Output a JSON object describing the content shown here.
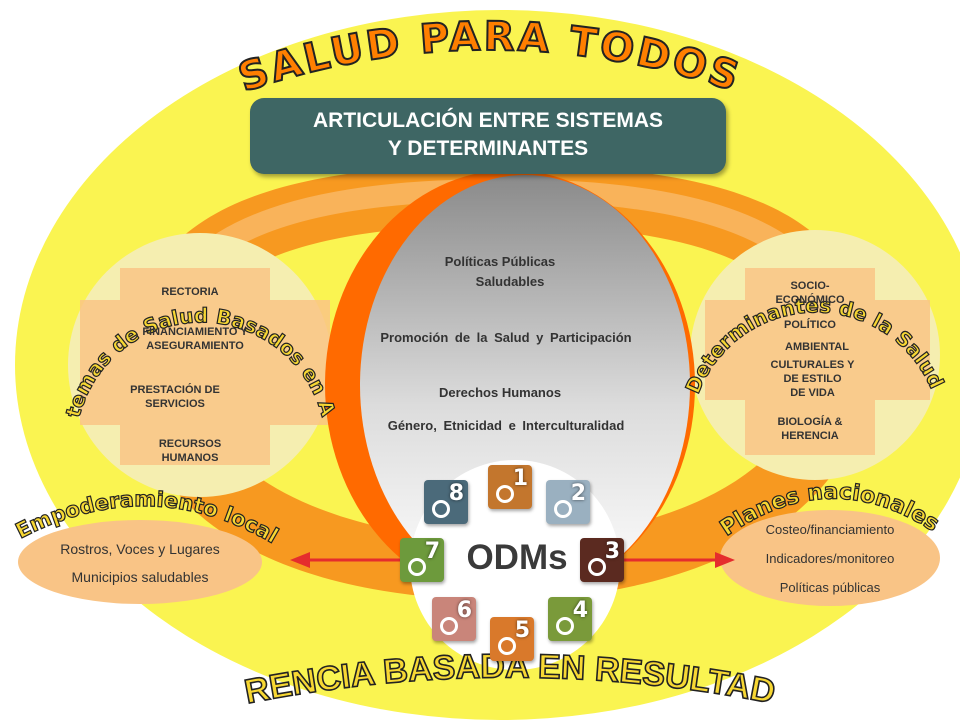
{
  "header": {
    "arc_title": "SALUD PARA TODOS",
    "box_title_line1": "ARTICULACIÓN ENTRE SISTEMAS",
    "box_title_line2": "Y DETERMINANTES"
  },
  "left_circle": {
    "arc_title": "Sistemas de Salud Basados en APS",
    "items": [
      "RECTORIA",
      "FINANCIAMIENTO Y",
      "ASEGURAMIENTO",
      "PRESTACIÓN DE",
      "SERVICIOS",
      "RECURSOS",
      "HUMANOS"
    ]
  },
  "right_circle": {
    "arc_title": "Determinantes de la Salud",
    "items": [
      "SOCIO-",
      "ECONÓMICO",
      "POLÍTICO",
      "AMBIENTAL",
      "CULTURALES Y",
      "DE ESTILO",
      "DE VIDA",
      "BIOLOGÍA &",
      "HERENCIA"
    ]
  },
  "center": {
    "items": [
      "Políticas Públicas",
      "Saludables",
      "Promoción de la Salud y Participación",
      "Derechos Humanos",
      "Género, Etnicidad e Interculturalidad"
    ]
  },
  "odms": {
    "label": "ODMs",
    "tiles": [
      "1",
      "2",
      "3",
      "4",
      "5",
      "6",
      "7",
      "8"
    ]
  },
  "left_bottom": {
    "arc_title": "Empoderamiento local",
    "items": [
      "Rostros, Voces y Lugares",
      "Municipios saludables"
    ]
  },
  "right_bottom": {
    "arc_title": "Planes nacionales",
    "items": [
      "Costeo/financiamiento",
      "Indicadores/monitoreo",
      "Políticas públicas"
    ]
  },
  "footer": {
    "arc_title": "GERENCIA BASADA EN RESULTADOS"
  },
  "colors": {
    "yellow": "#faf451",
    "orange": "#f7931e",
    "peach": "#f9c486",
    "box": "#3e6664",
    "arrow": "#e52d2d"
  }
}
